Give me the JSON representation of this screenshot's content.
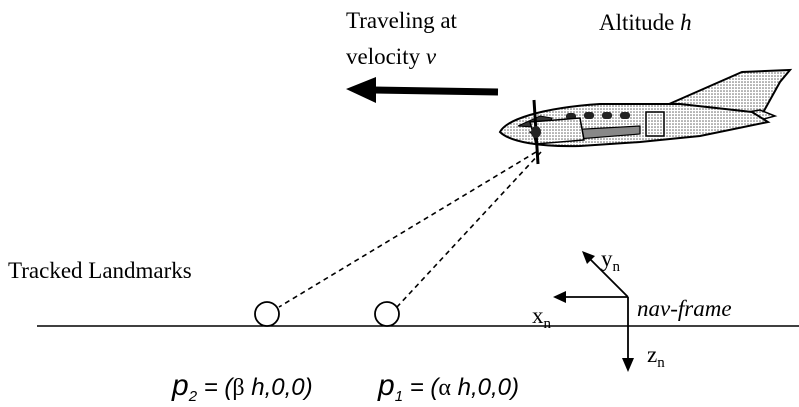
{
  "velocity_label": {
    "line1": "Traveling at",
    "line2_prefix": "velocity ",
    "line2_var": "v"
  },
  "altitude_label": {
    "prefix": "Altitude ",
    "var": "h"
  },
  "landmarks_label": "Tracked Landmarks",
  "frame": {
    "name": "nav-frame",
    "x_axis": {
      "base": "x",
      "sub": "n"
    },
    "y_axis": {
      "base": "y",
      "sub": "n"
    },
    "z_axis": {
      "base": "z",
      "sub": "n"
    }
  },
  "points": {
    "p2": {
      "symbol": "p",
      "sub": "2",
      "eq": " = (",
      "coef": "β",
      "rest": " h,0,0)"
    },
    "p1": {
      "symbol": "p",
      "sub": "1",
      "eq": " = (",
      "coef": "α",
      "rest": " h,0,0)"
    }
  }
}
